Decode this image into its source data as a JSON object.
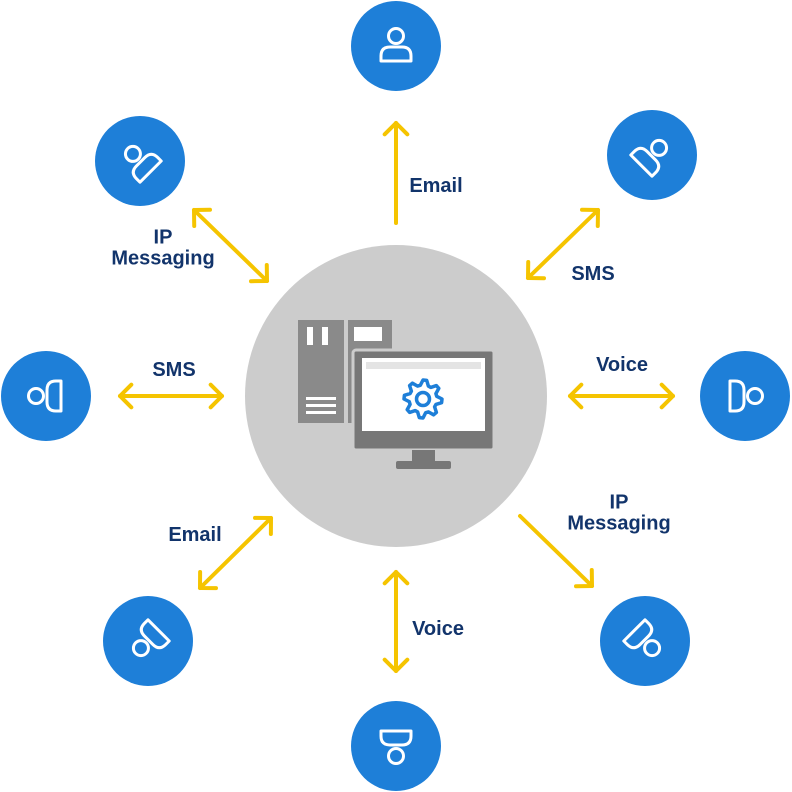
{
  "colors": {
    "node": "#1E7FD8",
    "arrow": "#F5C400",
    "label": "#12346B",
    "hub": "#CCCCCC",
    "server": "#888888",
    "monitor": "#757575",
    "gear": "#1E7FD8",
    "white": "#FFFFFF"
  },
  "hub": {
    "icon": "server-computer-icon",
    "screen_icon": "gear-icon"
  },
  "nodes": [
    {
      "id": "top",
      "icon": "person-icon"
    },
    {
      "id": "top-right",
      "icon": "person-icon"
    },
    {
      "id": "right",
      "icon": "person-icon"
    },
    {
      "id": "bottom-right",
      "icon": "person-icon"
    },
    {
      "id": "bottom",
      "icon": "person-icon"
    },
    {
      "id": "bottom-left",
      "icon": "person-icon"
    },
    {
      "id": "left",
      "icon": "person-icon"
    },
    {
      "id": "top-left",
      "icon": "person-icon"
    }
  ],
  "links": [
    {
      "id": "top",
      "label": [
        "Email"
      ],
      "direction": "outbound"
    },
    {
      "id": "top-right",
      "label": [
        "SMS"
      ],
      "direction": "bidirectional"
    },
    {
      "id": "right",
      "label": [
        "Voice"
      ],
      "direction": "bidirectional"
    },
    {
      "id": "bottom-right",
      "label": [
        "IP",
        "Messaging"
      ],
      "direction": "outbound"
    },
    {
      "id": "bottom",
      "label": [
        "Voice"
      ],
      "direction": "bidirectional"
    },
    {
      "id": "bottom-left",
      "label": [
        "Email"
      ],
      "direction": "bidirectional"
    },
    {
      "id": "left",
      "label": [
        "SMS"
      ],
      "direction": "bidirectional"
    },
    {
      "id": "top-left",
      "label": [
        "IP",
        "Messaging"
      ],
      "direction": "bidirectional"
    }
  ]
}
